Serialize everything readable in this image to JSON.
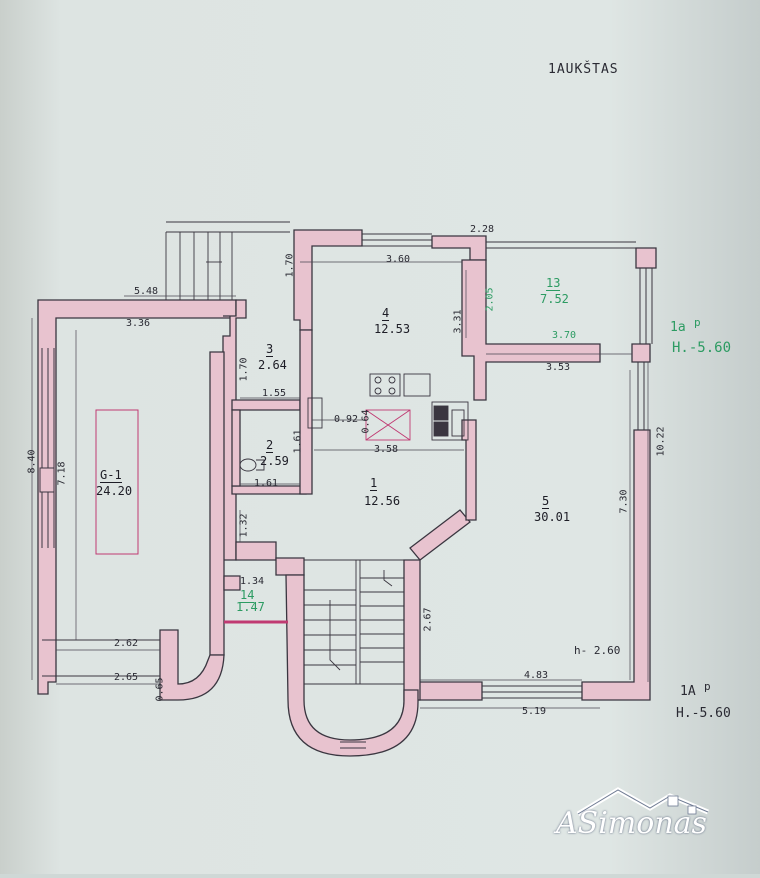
{
  "plan": {
    "title": "1AUKŠTAS",
    "rooms": [
      {
        "id": "g1",
        "number": "G-1",
        "area": "24.20"
      },
      {
        "id": "r1",
        "number": "1",
        "area": "12.56"
      },
      {
        "id": "r2",
        "number": "2",
        "area": "2.59"
      },
      {
        "id": "r3",
        "number": "3",
        "area": "2.64"
      },
      {
        "id": "r4",
        "number": "4",
        "area": "12.53"
      },
      {
        "id": "r5",
        "number": "5",
        "area": "30.01"
      },
      {
        "id": "r13",
        "number": "13",
        "area": "7.52"
      },
      {
        "id": "r14",
        "number": "14",
        "area": "1.47"
      }
    ],
    "dimensions": {
      "d228": "2.28",
      "d360": "3.60",
      "d170a": "1.70",
      "d548": "5.48",
      "d336": "3.36",
      "d331": "3.31",
      "d205": "2.05",
      "d370": "3.70",
      "d353": "3.53",
      "d170b": "1.70",
      "d155": "1.55",
      "d092": "0.92",
      "d064": "0.64",
      "d358": "3.58",
      "d161v": "1.61",
      "d161h": "1.61",
      "d840": "8.40",
      "d718": "7.18",
      "d1022": "10.22",
      "d730": "7.30",
      "d132": "1.32",
      "d134": "1.34",
      "d267": "2.67",
      "d262": "2.62",
      "d265": "2.65",
      "d065": "0.65",
      "d483": "4.83",
      "d519": "5.19"
    },
    "heights": {
      "room_h": "h- 2.60"
    },
    "notes": {
      "top_1": "1a",
      "top_2": "p",
      "top_h": "H.-5.60",
      "bot_1": "1A",
      "bot_2": "p",
      "bot_h": "H.-5.60"
    }
  },
  "brand": {
    "logo_text": "ASimonas"
  },
  "colors": {
    "wall_fill": "#e8c3cf",
    "line": "#3a3640",
    "paper": "#d6dfdd",
    "green_text": "#2c9b62"
  }
}
